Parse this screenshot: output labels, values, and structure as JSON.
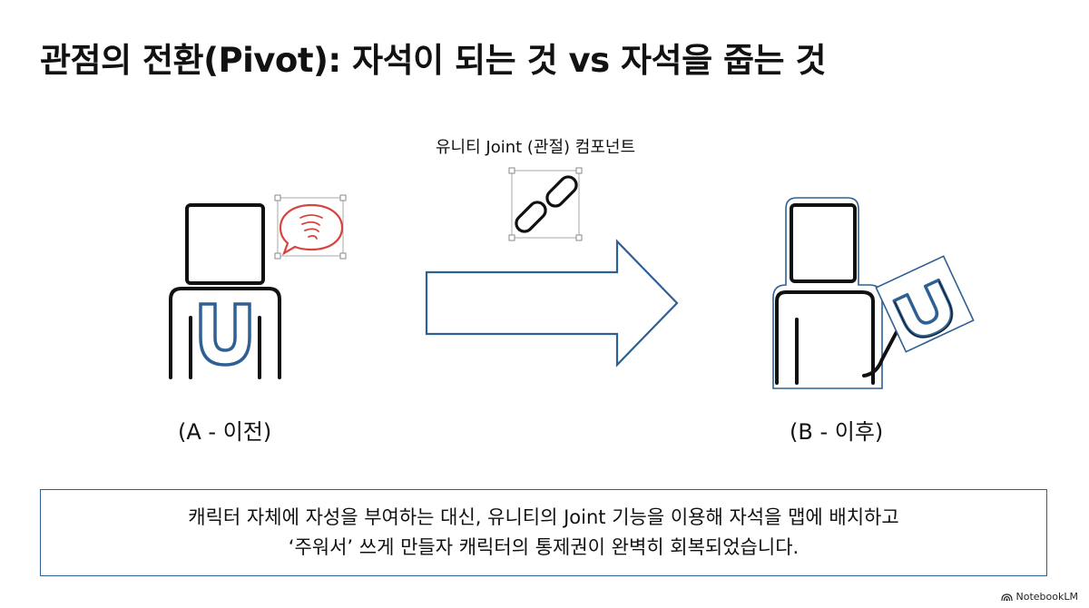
{
  "title": "관점의 전환(Pivot): 자석이 되는 것 vs 자석을 줍는 것",
  "joint_label": "유니티 Joint (관절) 컴포넌트",
  "before_label": "(A - 이전)",
  "after_label": "(B - 이후)",
  "caption": {
    "line1": "캐릭터 자체에 자성을 부여하는 대신, 유니티의 Joint 기능을 이용해 자석을 맵에 배치하고",
    "line2": "‘주워서’ 쓰게 만들자 캐릭터의 통제권이 완벽히 회복되었습니다."
  },
  "brand": "NotebookLM",
  "icons": {
    "before_figure": "person-icon",
    "magnet": "magnet-icon",
    "speech": "speech-bubble-icon",
    "link": "chain-link-icon",
    "arrow": "right-arrow-icon"
  },
  "colors": {
    "accent_blue": "#2f6094",
    "speech_red": "#d9433f",
    "stroke": "#111111"
  }
}
